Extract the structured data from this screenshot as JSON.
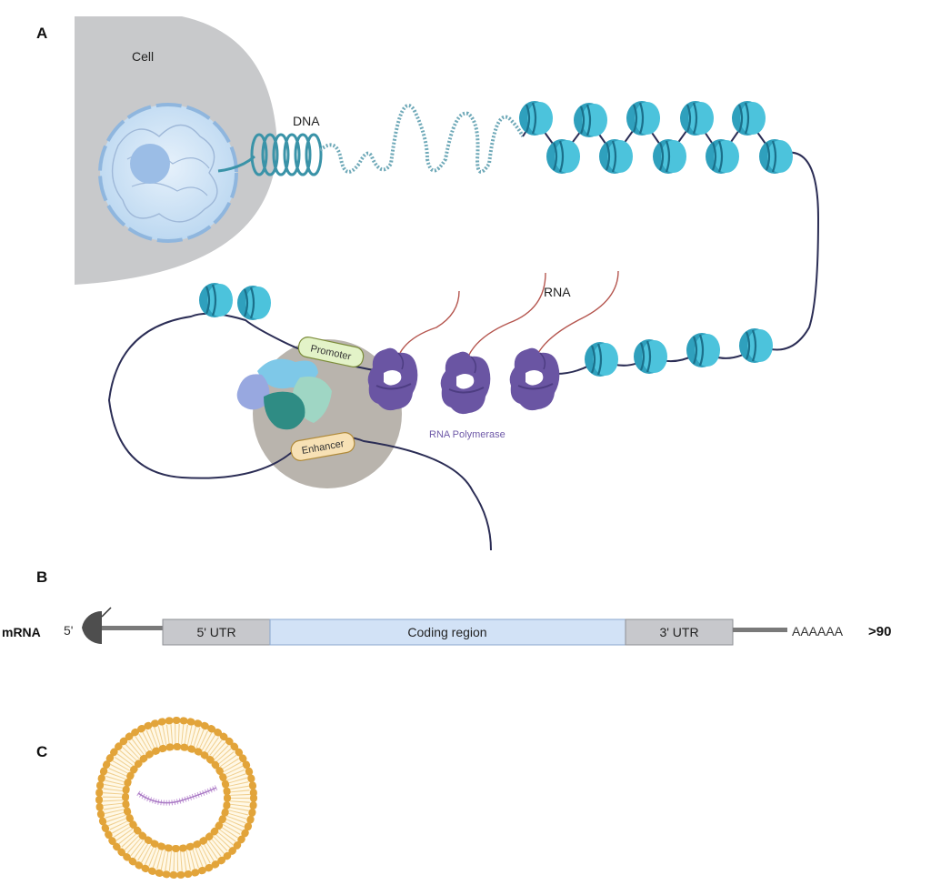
{
  "panels": {
    "a": "A",
    "b": "B",
    "c": "C"
  },
  "panel_a": {
    "cell_label": "Cell",
    "dna_label": "DNA",
    "rna_label": "RNA",
    "promoter_label": "Promoter",
    "enhancer_label": "Enhancer",
    "polymerase_label": "RNA Polymerase"
  },
  "panel_b": {
    "mrna_label": "mRNA",
    "five_prime": "5'",
    "utr5_label": "5' UTR",
    "coding_label": "Coding region",
    "utr3_label": "3' UTR",
    "polya_label": "AAAAAA",
    "polya_count": ">90"
  },
  "colors": {
    "nucleosome": "#3bb3cf",
    "polymerase": "#6f5aa8",
    "dna_strand": "#2b2d55",
    "rna_strand": "#b5564f",
    "cell": "#c8c9cb",
    "nucleus": "#cfe3f5",
    "lipid": "#e2a43a",
    "coding_region": "#d2e2f6",
    "utr": "#c7c8cc"
  }
}
